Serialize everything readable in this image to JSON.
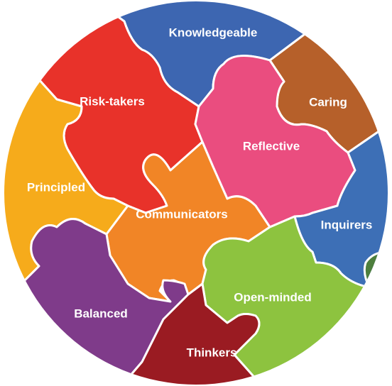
{
  "diagram": {
    "pieces": [
      {
        "key": "knowledgeable",
        "label": "Knowledgeable",
        "color": "#3d66b1"
      },
      {
        "key": "caring",
        "label": "Caring",
        "color": "#b6602a"
      },
      {
        "key": "risk_takers",
        "label": "Risk-takers",
        "color": "#e8322a"
      },
      {
        "key": "reflective",
        "label": "Reflective",
        "color": "#ea4d7f"
      },
      {
        "key": "principled",
        "label": "Principled",
        "color": "#f6ab1b"
      },
      {
        "key": "communicators",
        "label": "Communicators",
        "color": "#f18526"
      },
      {
        "key": "inquirers",
        "label": "Inquirers",
        "color": "#3d6fb6"
      },
      {
        "key": "balanced",
        "label": "Balanced",
        "color": "#7f3b8a"
      },
      {
        "key": "open_minded",
        "label": "Open-minded",
        "color": "#8dc33f"
      },
      {
        "key": "thinkers",
        "label": "Thinkers",
        "color": "#9a1b22"
      }
    ],
    "extra_piece_color": "#4d7f3d"
  }
}
